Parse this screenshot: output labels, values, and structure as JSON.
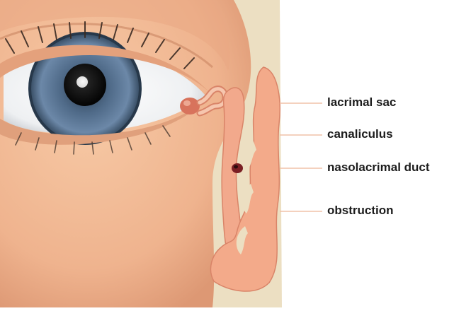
{
  "labels": {
    "lacrimal_sac": "lacrimal sac",
    "canaliculus": "canaliculus",
    "nasolacrimal_duct": "nasolacrimal duct",
    "obstruction": "obstruction"
  },
  "colors": {
    "skin": "#f0b894",
    "skin_shadow": "#d9906c",
    "bone": "#ecdfc2",
    "duct": "#f2a98c",
    "duct_edge": "#d98468",
    "iris": "#5e7a9a",
    "pupil": "#111111",
    "leader_line": "#f0c2a8",
    "obstruction": "#7a1f24"
  }
}
